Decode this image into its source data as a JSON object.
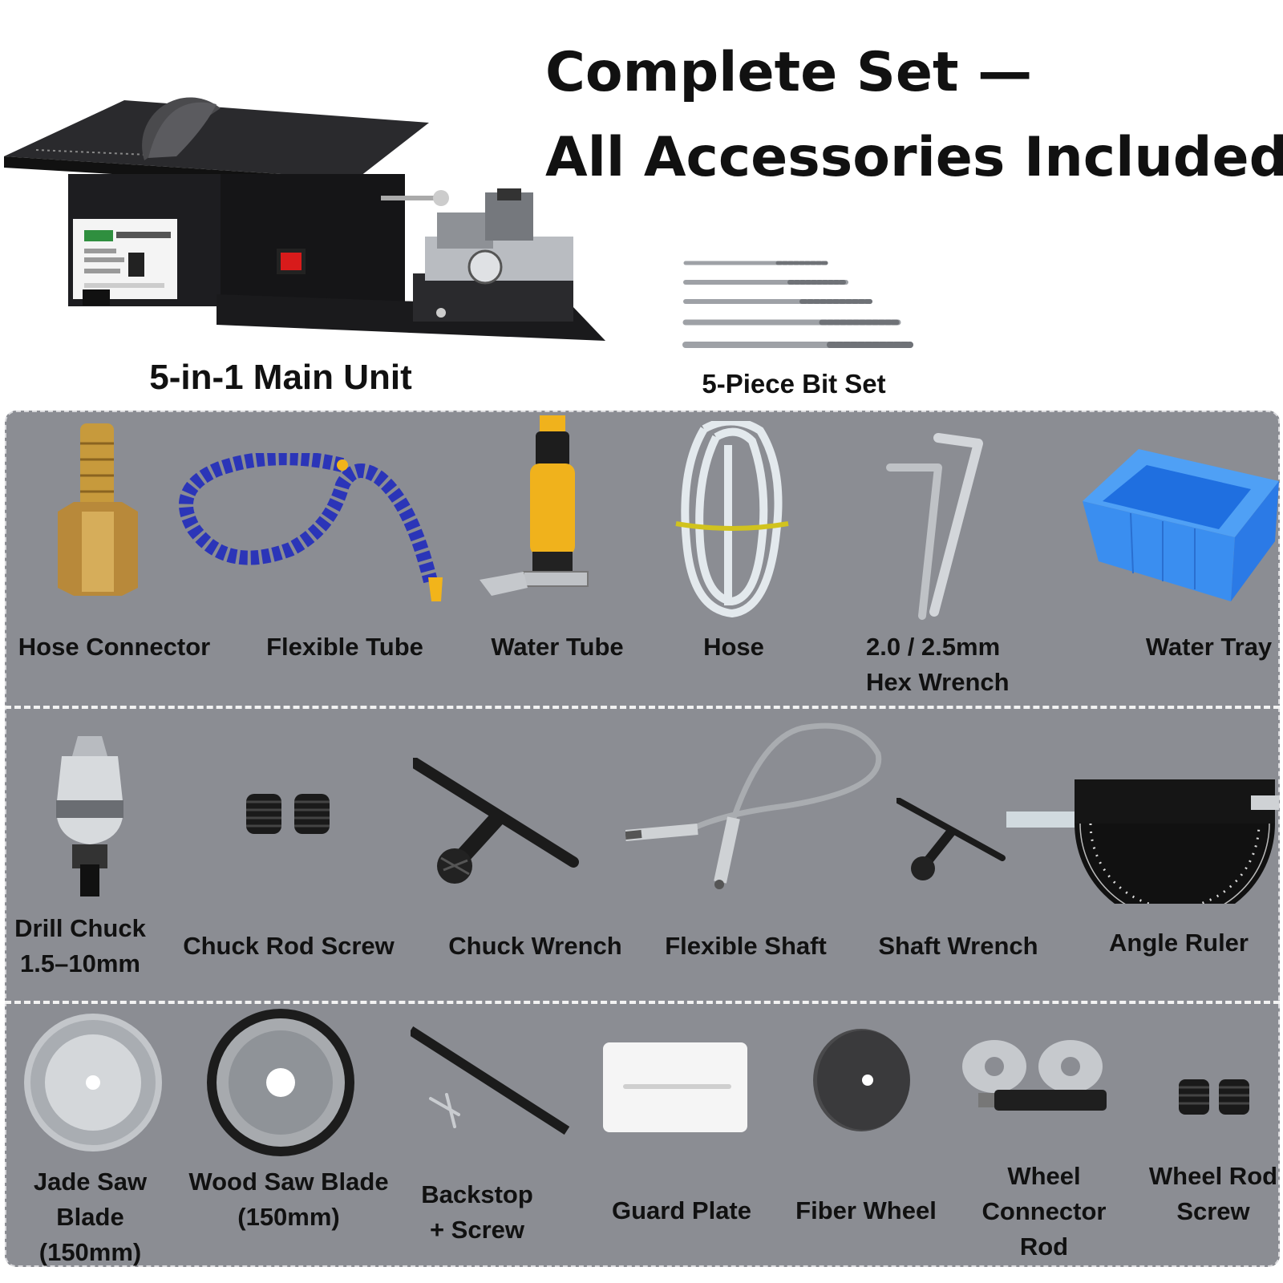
{
  "header": {
    "title_line1": "Complete Set —",
    "title_line2": "All Accessories Included"
  },
  "hero": {
    "main_unit_label": "5-in-1 Main Unit",
    "bit_set_label": "5-Piece Bit Set"
  },
  "accessories": {
    "row1": [
      {
        "label": "Hose Connector",
        "icon": "brass-hose-connector-icon"
      },
      {
        "label": "Flexible Tube",
        "icon": "blue-flexible-tube-icon"
      },
      {
        "label": "Water Tube",
        "icon": "water-tube-valve-icon"
      },
      {
        "label": "Hose",
        "icon": "coiled-hose-icon"
      },
      {
        "label": "2.0 / 2.5mm\nHex Wrench",
        "icon": "hex-wrench-icon"
      },
      {
        "label": "Water Tray",
        "icon": "blue-water-tray-icon"
      }
    ],
    "row2": [
      {
        "label": "Drill Chuck\n1.5–10mm",
        "icon": "drill-chuck-icon"
      },
      {
        "label": "Chuck Rod Screw",
        "icon": "set-screw-icon"
      },
      {
        "label": "Chuck Wrench",
        "icon": "chuck-wrench-icon"
      },
      {
        "label": "Flexible Shaft",
        "icon": "flexible-shaft-icon"
      },
      {
        "label": "Shaft Wrench",
        "icon": "shaft-wrench-icon"
      },
      {
        "label": "Angle Ruler",
        "icon": "angle-ruler-icon"
      }
    ],
    "row3": [
      {
        "label": "Jade Saw Blade\n(150mm)",
        "icon": "jade-saw-blade-icon"
      },
      {
        "label": "Wood Saw Blade\n(150mm)",
        "icon": "wood-saw-blade-icon"
      },
      {
        "label": "Backstop\n+ Screw",
        "icon": "backstop-bar-icon"
      },
      {
        "label": "Guard Plate",
        "icon": "guard-plate-icon"
      },
      {
        "label": "Fiber Wheel",
        "icon": "fiber-wheel-icon"
      },
      {
        "label": "Wheel\nConnector Rod",
        "icon": "wheel-connector-rod-icon"
      },
      {
        "label": "Wheel Rod\nScrew",
        "icon": "set-screw-icon"
      }
    ]
  },
  "colors": {
    "panel": "#8b8d93",
    "machine": "#1c1c1e",
    "brass": "#c9a24a",
    "tube_blue": "#2e3fbf",
    "tray_blue": "#3a8ef0",
    "valve_yellow": "#f0b21c"
  }
}
